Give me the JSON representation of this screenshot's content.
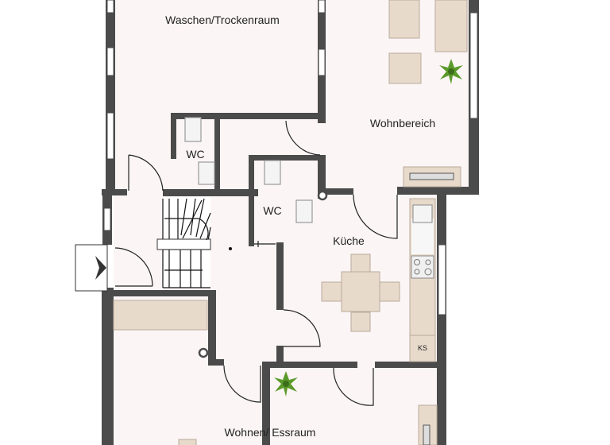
{
  "floorplan": {
    "rooms": {
      "laundry": "Waschen/Trockenraum",
      "wc1": "WC",
      "wc2": "WC",
      "kitchen": "Küche",
      "living_area": "Wohnbereich",
      "living_dining": "Wohnen/ Essraum"
    },
    "fridge_label": "KS",
    "colors": {
      "wall": "#4b4b4b",
      "floor": "#fcf5f5",
      "furniture": "#e8dacb",
      "plant": "#5a9a2a"
    }
  }
}
